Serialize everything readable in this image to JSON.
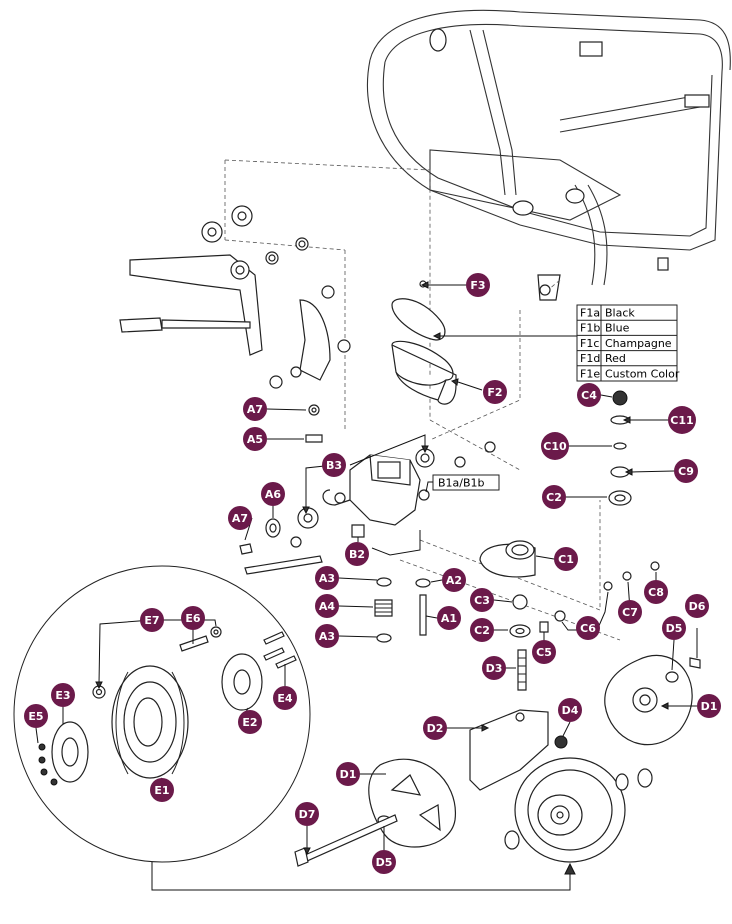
{
  "callout_color": "#6b1a4a",
  "callouts": {
    "F3": "F3",
    "F2": "F2",
    "A7a": "A7",
    "A5": "A5",
    "B3": "B3",
    "A6": "A6",
    "A7b": "A7",
    "B2": "B2",
    "A3a": "A3",
    "A2": "A2",
    "A4": "A4",
    "A1": "A1",
    "A3b": "A3",
    "C4": "C4",
    "C11": "C11",
    "C10": "C10",
    "C9": "C9",
    "C2a": "C2",
    "C1": "C1",
    "C3": "C3",
    "C2b": "C2",
    "C5": "C5",
    "C6": "C6",
    "C7": "C7",
    "C8": "C8",
    "D3": "D3",
    "D5a": "D5",
    "D6": "D6",
    "D1a": "D1",
    "D2": "D2",
    "D4": "D4",
    "D1b": "D1",
    "D7": "D7",
    "D5b": "D5",
    "E7": "E7",
    "E6": "E6",
    "E3": "E3",
    "E5": "E5",
    "E2": "E2",
    "E4": "E4",
    "E1": "E1"
  },
  "box_label": "B1a/B1b",
  "color_table": [
    {
      "code": "F1a",
      "name": "Black"
    },
    {
      "code": "F1b",
      "name": "Blue"
    },
    {
      "code": "F1c",
      "name": "Champagne"
    },
    {
      "code": "F1d",
      "name": "Red"
    },
    {
      "code": "F1e",
      "name": "Custom Color"
    }
  ]
}
